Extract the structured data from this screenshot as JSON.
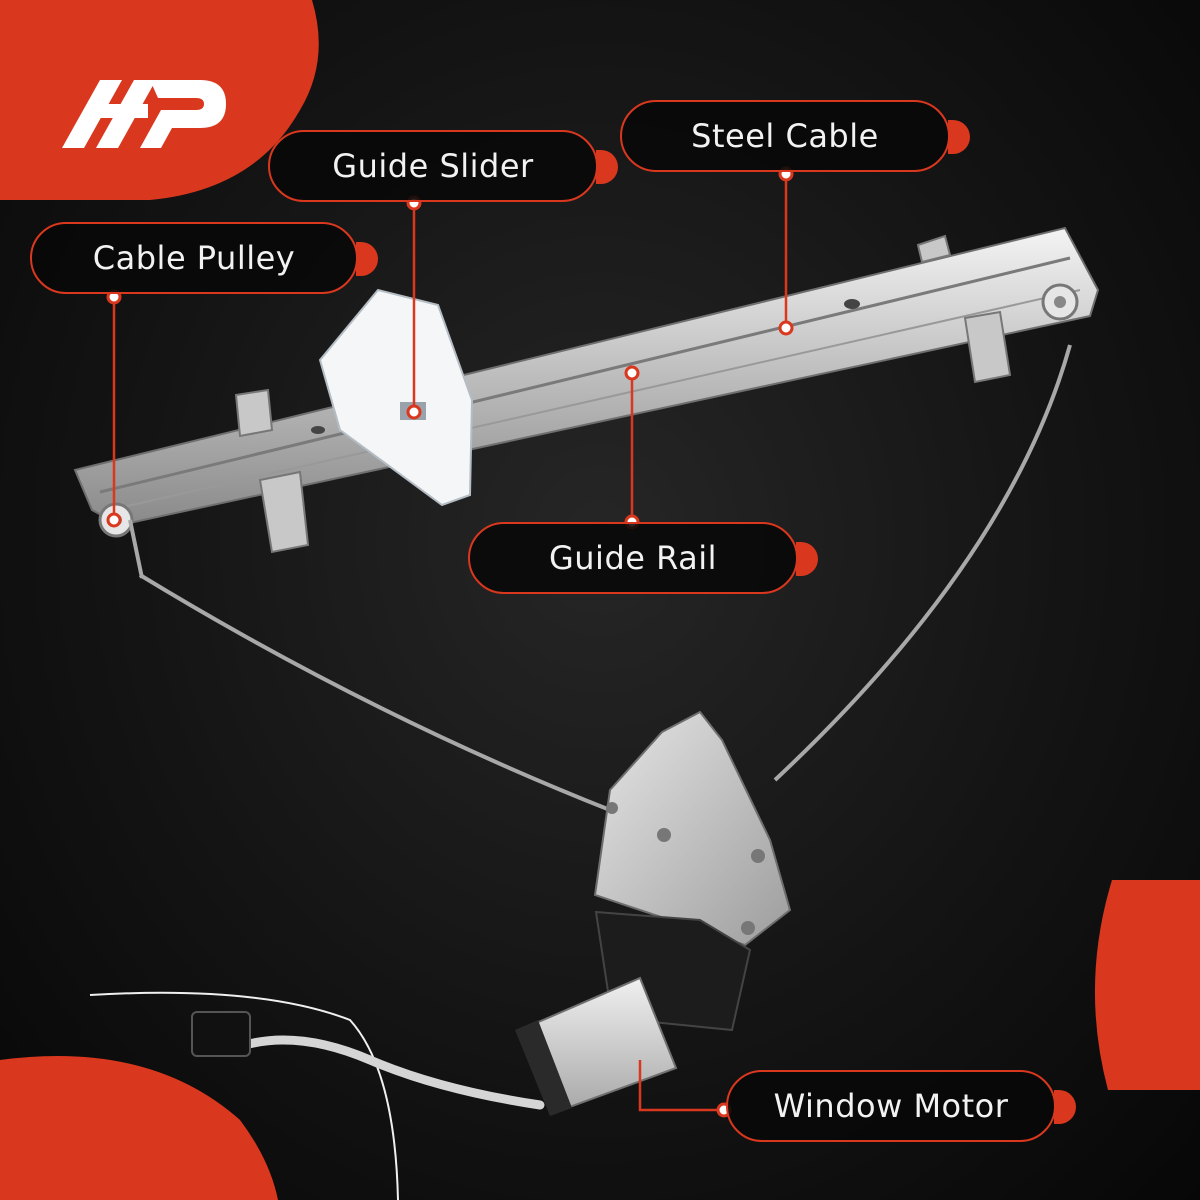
{
  "brand": {
    "logo_name": "a-premium-logo",
    "accent_color": "#d9381e"
  },
  "callouts": [
    {
      "id": "steel-cable",
      "label": "Steel Cable"
    },
    {
      "id": "guide-slider",
      "label": "Guide Slider"
    },
    {
      "id": "cable-pulley",
      "label": "Cable Pulley"
    },
    {
      "id": "guide-rail",
      "label": "Guide Rail"
    },
    {
      "id": "window-motor",
      "label": "Window Motor"
    }
  ]
}
